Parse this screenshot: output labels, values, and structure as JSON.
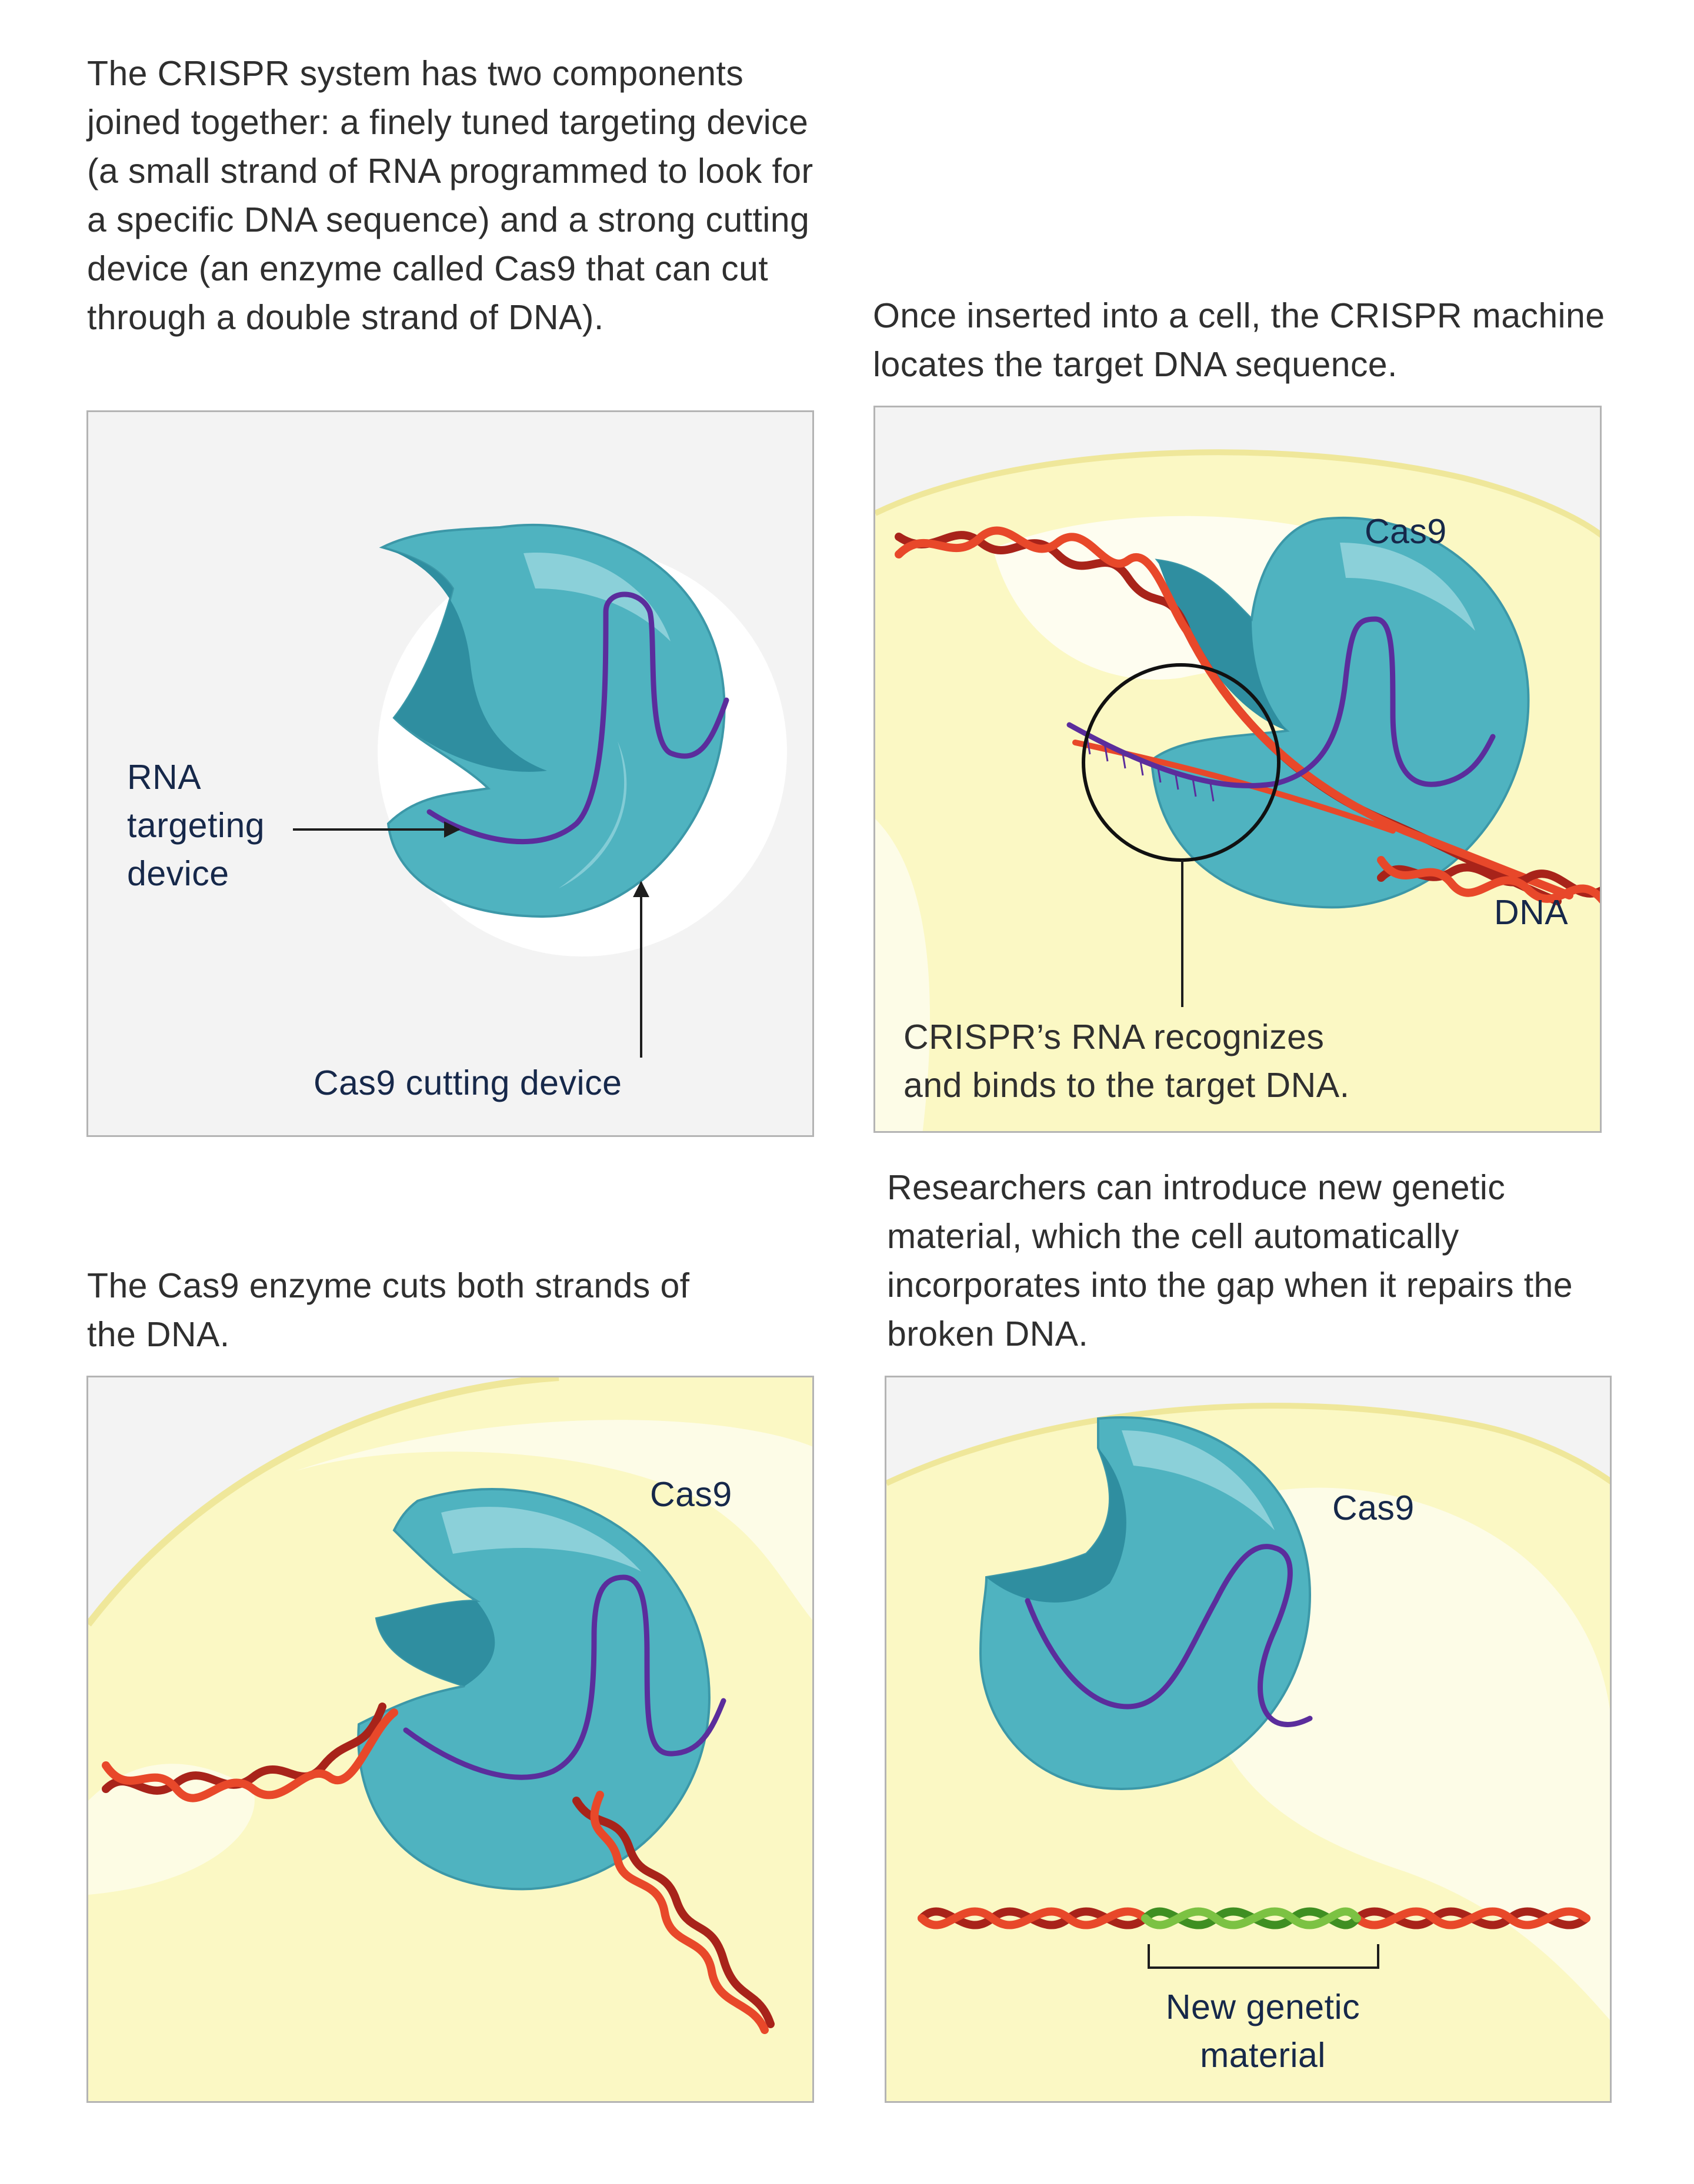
{
  "captions": {
    "components": "The CRISPR system has two components joined together: a finely tuned targeting device (a small strand of RNA programmed to look for a specific DNA sequence) and a strong cutting device (an enzyme called Cas9 that can cut through a double strand of DNA).",
    "locates": "Once inserted into a cell, the CRISPR machine locates the target DNA sequence.",
    "cuts": "The Cas9 enzyme cuts both strands of the DNA.",
    "repairs": "Researchers can introduce new genetic material, which the cell automatically incorporates into the gap when it repairs the broken DNA."
  },
  "panel1": {
    "rna_label": "RNA targeting device",
    "cas9_label": "Cas9 cutting device"
  },
  "panel2": {
    "cas9_label": "Cas9",
    "dna_label": "DNA",
    "binding_callout": "CRISPR’s RNA recognizes and binds to the target DNA."
  },
  "panel3": {
    "cas9_label": "Cas9"
  },
  "panel4": {
    "cas9_label": "Cas9",
    "new_material_label": "New genetic material"
  },
  "colors": {
    "cas9_teal": "#4fb3c0",
    "rna_purple": "#5b2d9c",
    "dna_red": "#e8482a",
    "dna_dark_red": "#a8231a",
    "new_dna_green": "#7cc243",
    "cell_yellow": "#fbf8c4",
    "panel_gray": "#f3f3f3",
    "label_navy": "#16284a"
  }
}
